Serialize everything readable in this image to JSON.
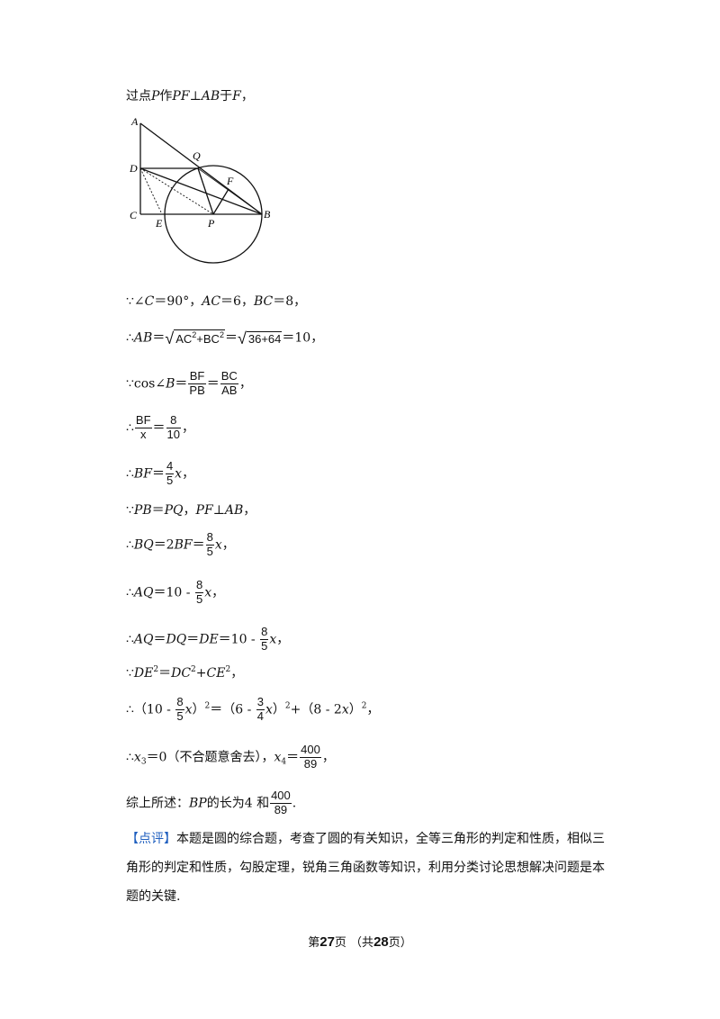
{
  "intro": {
    "a": "过点",
    "P": "P",
    "b": "作",
    "PF": "PF",
    "perp": "⊥",
    "AB": "AB",
    "c": "于",
    "F": "F",
    "d": "，"
  },
  "figure": {
    "labels": {
      "A": "A",
      "Q": "Q",
      "D": "D",
      "F": "F",
      "C": "C",
      "E": "E",
      "P": "P",
      "B": "B"
    }
  },
  "s1": {
    "because": "∵",
    "angle": "∠C",
    "eq": "＝90°，",
    "AC": "AC",
    "ACv": "＝6，",
    "BC": "BC",
    "BCv": "＝8，"
  },
  "s2": {
    "therefore": "∴",
    "AB": "AB",
    "eq": "＝",
    "rad1": "AC",
    "p1": "2",
    "plus": "+BC",
    "p2": "2",
    "eq2": "＝",
    "rad2": "36+64",
    "res": "＝10，"
  },
  "s3": {
    "because": "∵cos",
    "angle": "∠B",
    "eq": "＝",
    "n1": "BF",
    "d1": "PB",
    "eq2": "＝",
    "n2": "BC",
    "d2": "AB",
    "end": "，"
  },
  "s4": {
    "therefore": "∴",
    "n1": "BF",
    "d1": "x",
    "eq": "＝",
    "n2": "8",
    "d2": "10",
    "end": "，"
  },
  "s5": {
    "therefore": "∴",
    "BF": "BF",
    "eq": "＝",
    "n": "4",
    "d": "5",
    "x": "x",
    "end": "，"
  },
  "s6": {
    "because": "∵",
    "PB": "PB",
    "eq": "＝",
    "PQ": "PQ",
    "comma": "，",
    "PF": "PF",
    "perp": "⊥",
    "AB": "AB",
    "end": "，"
  },
  "s7": {
    "therefore": "∴",
    "BQ": "BQ",
    "eq": "＝2",
    "BF": "BF",
    "eq2": "＝",
    "n": "8",
    "d": "5",
    "x": "x",
    "end": "，"
  },
  "s8": {
    "therefore": "∴",
    "AQ": "AQ",
    "eq": "＝10 - ",
    "n": "8",
    "d": "5",
    "x": "x",
    "end": "，"
  },
  "s9": {
    "therefore": "∴",
    "AQ": "AQ",
    "eq1": "＝",
    "DQ": "DQ",
    "eq2": "＝",
    "DE": "DE",
    "eq3": "＝10 - ",
    "n": "8",
    "d": "5",
    "x": "x",
    "end": "，"
  },
  "s10": {
    "because": "∵",
    "DE": "DE",
    "p1": "2",
    "eq": "＝",
    "DC": "DC",
    "p2": "2",
    "plus": "+",
    "CE": "CE",
    "p3": "2",
    "end": "，"
  },
  "s11": {
    "therefore": "∴（10 - ",
    "n1": "8",
    "d1": "5",
    "x1": "x",
    "c1": "）",
    "p1": "2",
    "mid": "＝（6 - ",
    "n2": "3",
    "d2": "4",
    "x2": "x",
    "c2": "）",
    "p2": "2",
    "plus": "+（8 - 2",
    "x3": "x",
    "c3": "）",
    "p3": "2",
    "end": "，"
  },
  "s12": {
    "therefore": "∴",
    "x3": "x",
    "sub3": "3",
    "eq": "＝0（不合题意舍去），",
    "x4": "x",
    "sub4": "4",
    "eq2": "＝",
    "n": "400",
    "d": "89",
    "end": "，"
  },
  "s13": {
    "a": "综上所述：",
    "BP": "BP",
    "b": "的长为4 和",
    "n": "400",
    "d": "89",
    "end": "."
  },
  "comment": {
    "tag": "【点评】",
    "text": "本题是圆的综合题，考查了圆的有关知识，全等三角形的判定和性质，相似三角形的判定和性质，勾股定理，锐角三角函数等知识，利用分类讨论思想解决问题是本题的关键."
  },
  "footer": {
    "a": "第",
    "page": "27",
    "b": "页 （共",
    "total": "28",
    "c": "页）"
  }
}
